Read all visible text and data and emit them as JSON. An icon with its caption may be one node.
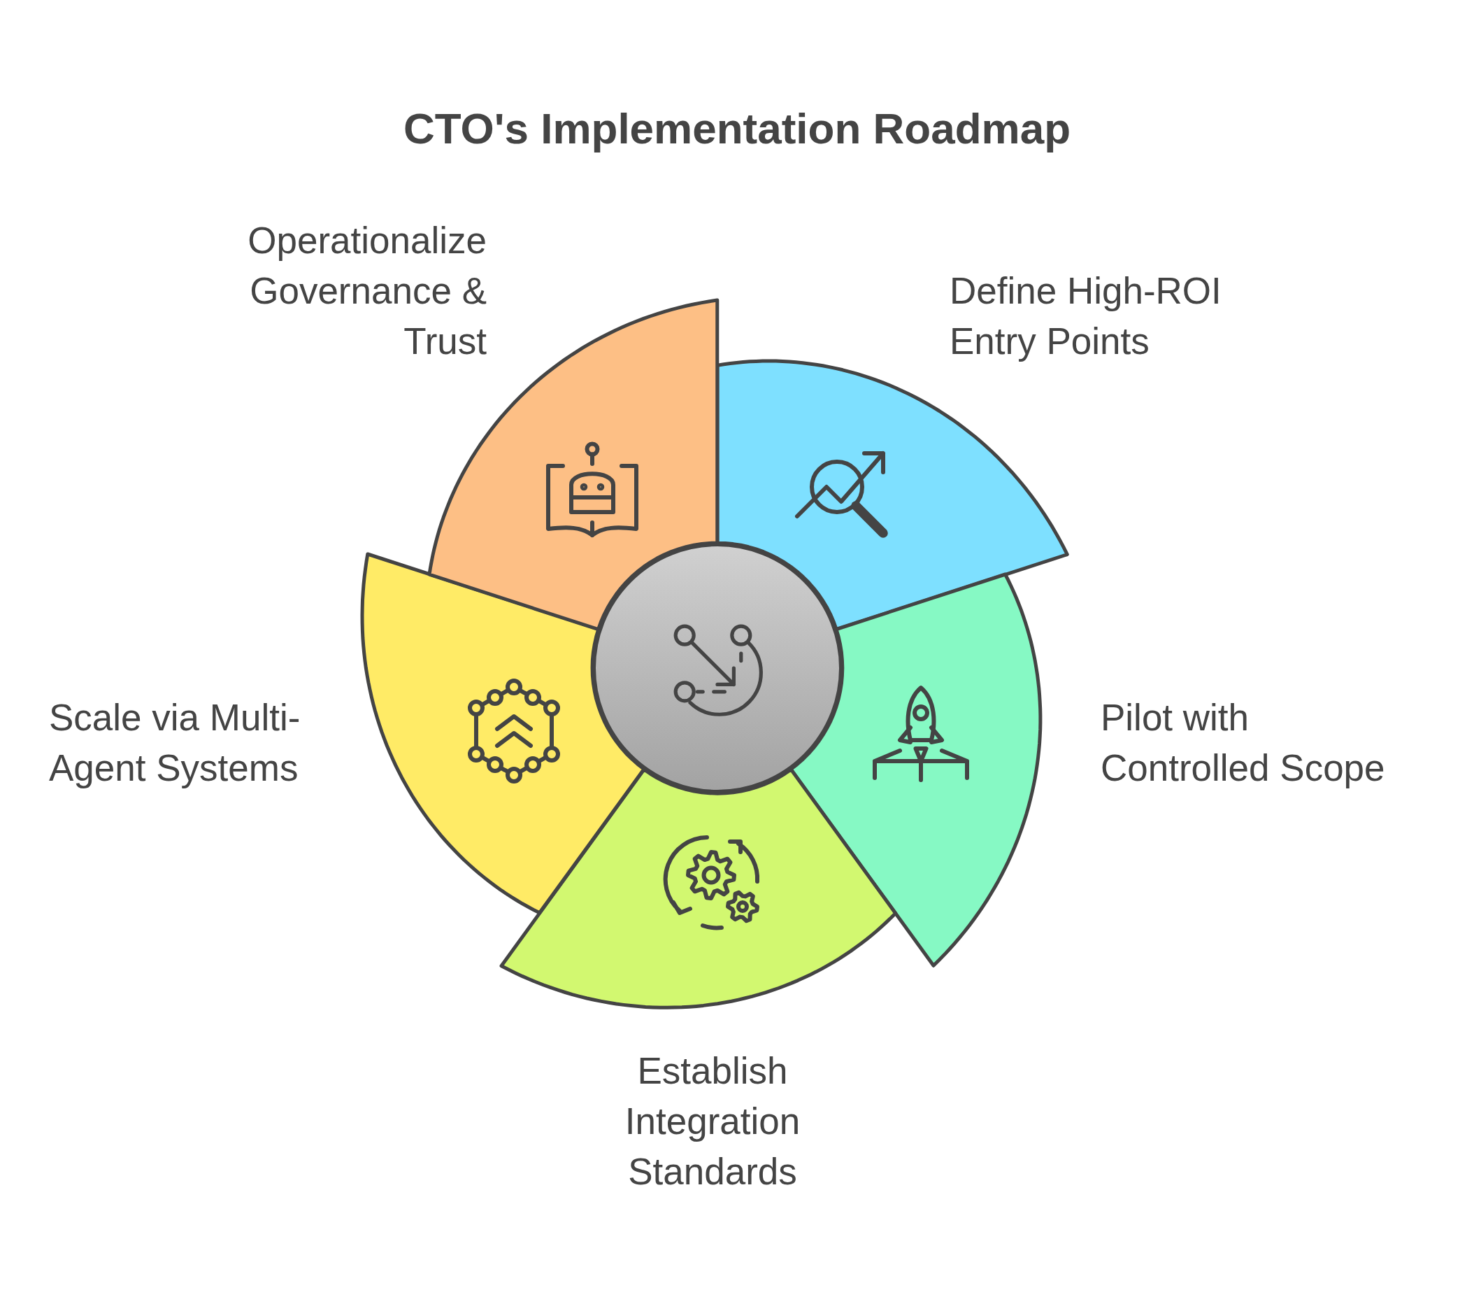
{
  "diagram": {
    "title": "CTO's Implementation Roadmap",
    "nodes": [
      {
        "text": [
          "Define High-ROI Entry Points"
        ]
      },
      {
        "text": [
          "Pilot with Controlled Scope"
        ]
      },
      {
        "text": [
          "Establish Integration Standards"
        ]
      },
      {
        "text": [
          "Scale via Multi-Agent Systems"
        ]
      },
      {
        "text": [
          "Operationalize Governance & Trust"
        ]
      },
      {
        "text": [],
        "shape": "circle"
      }
    ]
  }
}
